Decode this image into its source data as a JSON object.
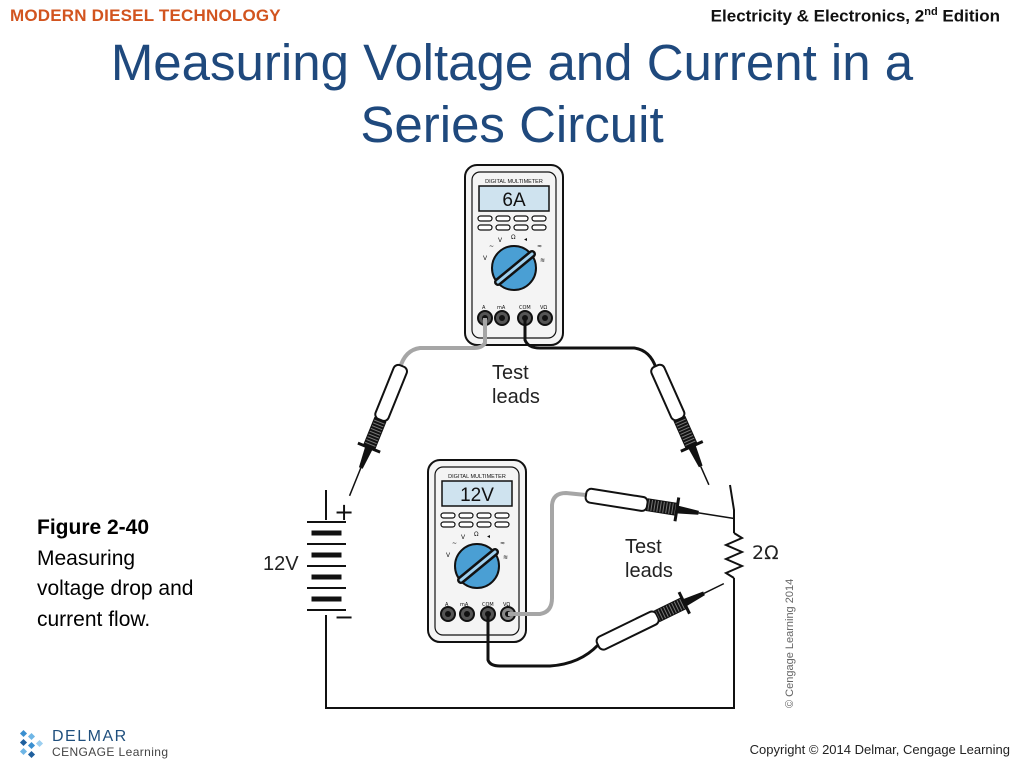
{
  "header": {
    "left": "MODERN DIESEL TECHNOLOGY",
    "right_main": "Electricity & Electronics, 2",
    "right_sup": "nd",
    "right_end": " Edition"
  },
  "slide": {
    "title_line1": "Measuring Voltage and Current in a",
    "title_line2": "Series Circuit"
  },
  "caption": {
    "figure": "Figure 2-40",
    "text": "Measuring voltage drop and current flow."
  },
  "diagram": {
    "ammeter": {
      "display": "6A",
      "brand": "DIGITAL MULTIMETER"
    },
    "voltmeter": {
      "display": "12V",
      "brand": "DIGITAL MULTIMETER"
    },
    "battery": {
      "label": "12V",
      "plus": "+",
      "minus": "−"
    },
    "resistor": {
      "label": "2Ω"
    },
    "test_leads_top": {
      "line1": "Test",
      "line2": "leads"
    },
    "test_leads_bottom": {
      "line1": "Test",
      "line2": "leads"
    },
    "watermark": "© Cengage Learning 2014",
    "colors": {
      "wire": "#111111",
      "gray_lead": "#a6a6a6",
      "display_bg": "#cfe3ef",
      "dial": "#4a9fd4"
    }
  },
  "footer": {
    "logo_name": "DELMAR",
    "logo_sub": "CENGAGE Learning",
    "copyright": "Copyright © 2014 Delmar, Cengage Learning"
  }
}
